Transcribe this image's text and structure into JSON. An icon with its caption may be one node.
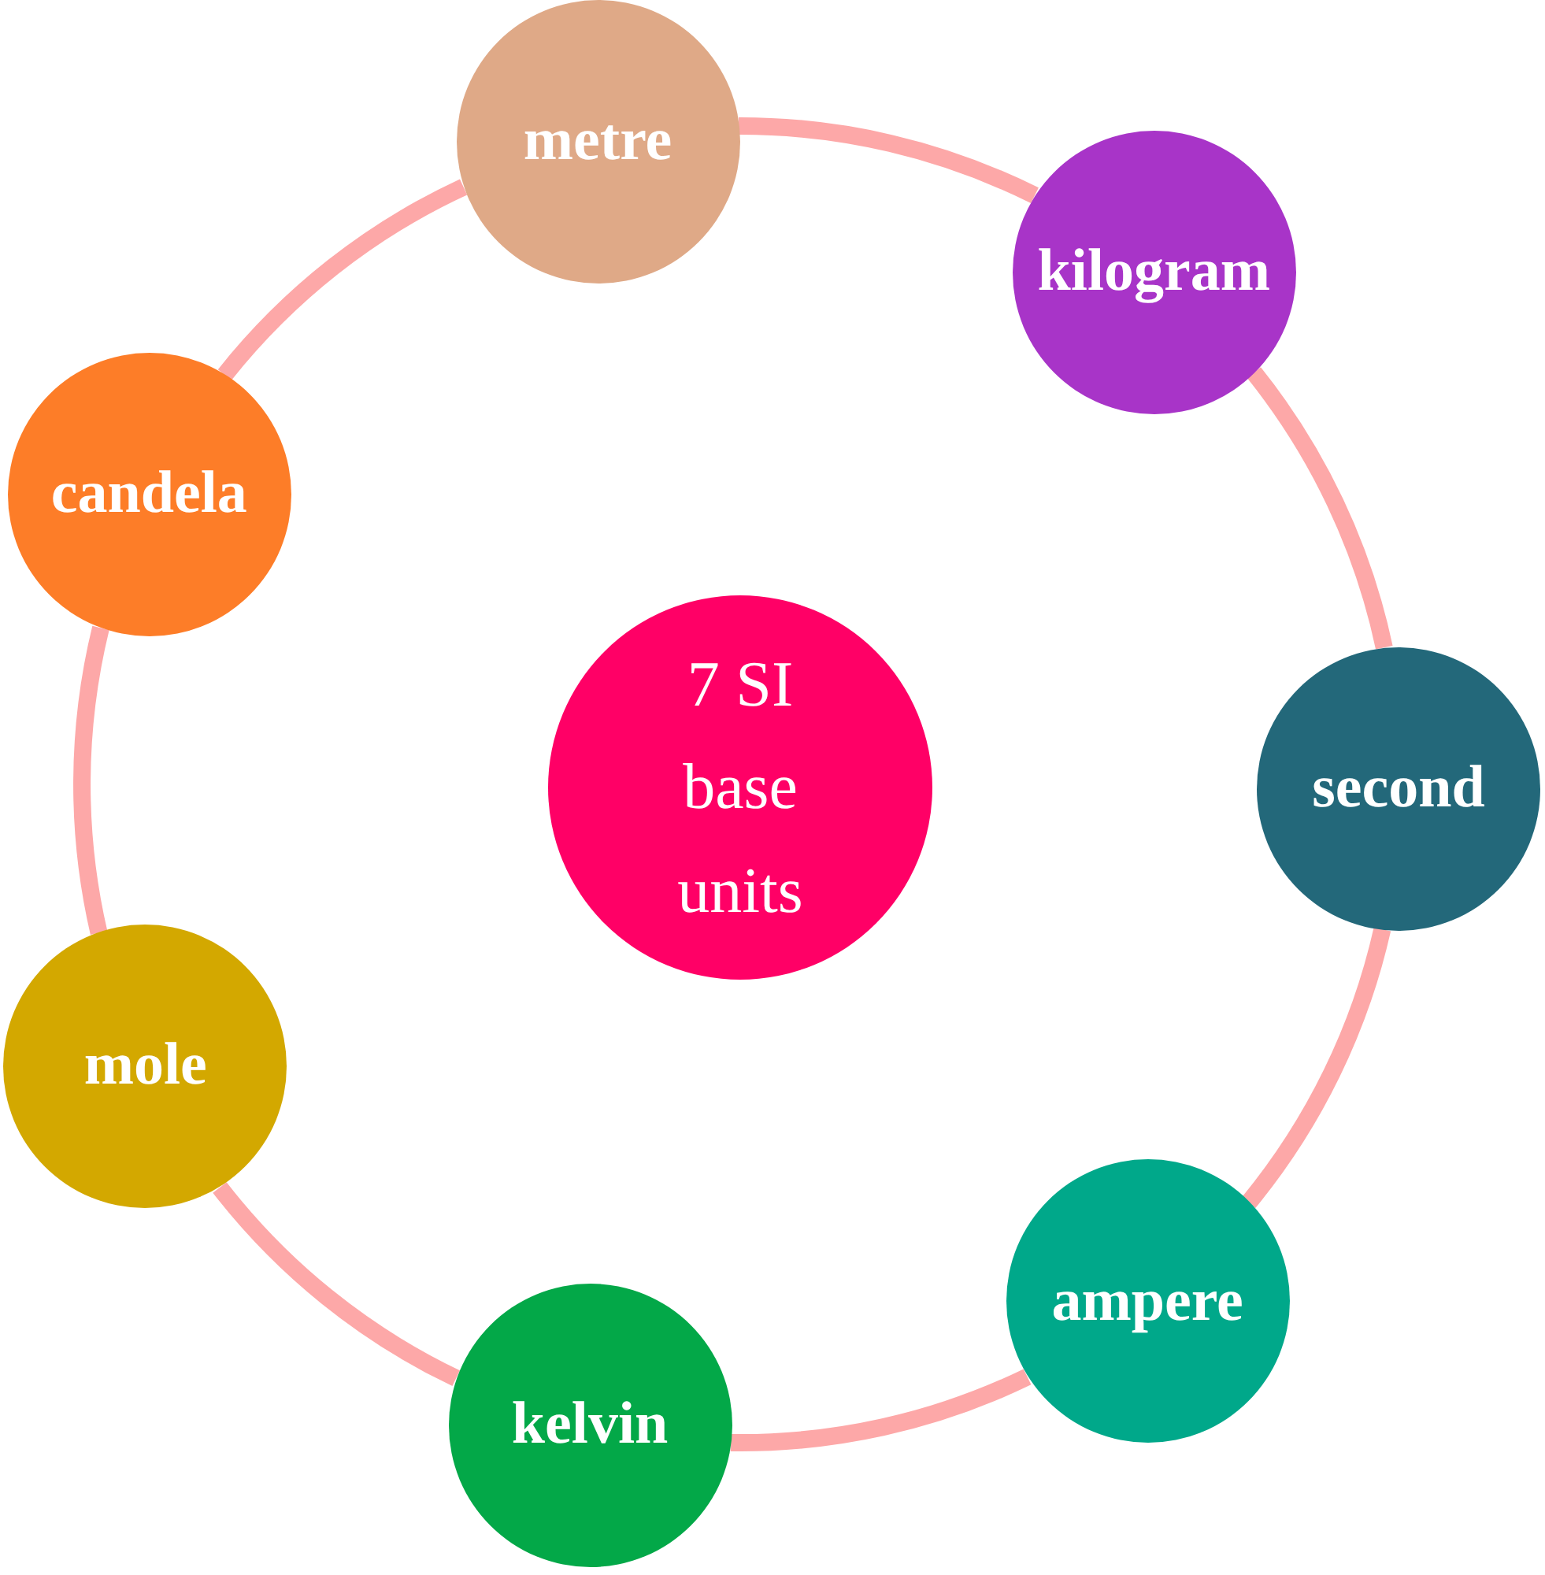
{
  "diagram": {
    "nodes": [
      {
        "text": [
          "7 SI base units"
        ]
      },
      {
        "text": [
          "metre"
        ]
      },
      {
        "text": [
          "kilogram"
        ]
      },
      {
        "text": [
          "second"
        ]
      },
      {
        "text": [
          "ampere"
        ]
      },
      {
        "text": [
          "kelvin"
        ]
      },
      {
        "text": [
          "mole"
        ]
      },
      {
        "text": [
          "candela"
        ]
      }
    ],
    "edges": [
      {
        "from": 1,
        "to": 2,
        "arrow": "none"
      },
      {
        "from": 2,
        "to": 3,
        "arrow": "none"
      },
      {
        "from": 3,
        "to": 4,
        "arrow": "none"
      },
      {
        "from": 4,
        "to": 5,
        "arrow": "none"
      },
      {
        "from": 5,
        "to": 6,
        "arrow": "none"
      },
      {
        "from": 6,
        "to": 7,
        "arrow": "none"
      },
      {
        "from": 7,
        "to": 1,
        "arrow": "none"
      }
    ]
  }
}
